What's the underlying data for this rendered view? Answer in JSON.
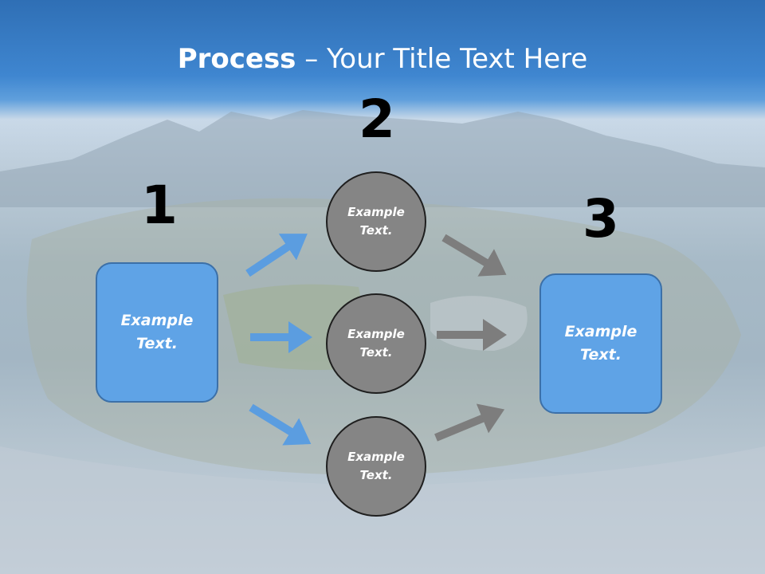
{
  "title": {
    "bold": "Process",
    "rest": " – Your Title Text Here"
  },
  "steps": [
    {
      "number": "1",
      "label": "Example Text."
    },
    {
      "number": "2",
      "labels": [
        "Example Text.",
        "Example Text.",
        "Example Text."
      ]
    },
    {
      "number": "3",
      "label": "Example Text."
    }
  ],
  "colors": {
    "box_fill": "#5fa3e6",
    "circle_fill": "#858585",
    "blue_arrow": "#5b9de0",
    "gray_arrow": "#7d7d7d"
  }
}
